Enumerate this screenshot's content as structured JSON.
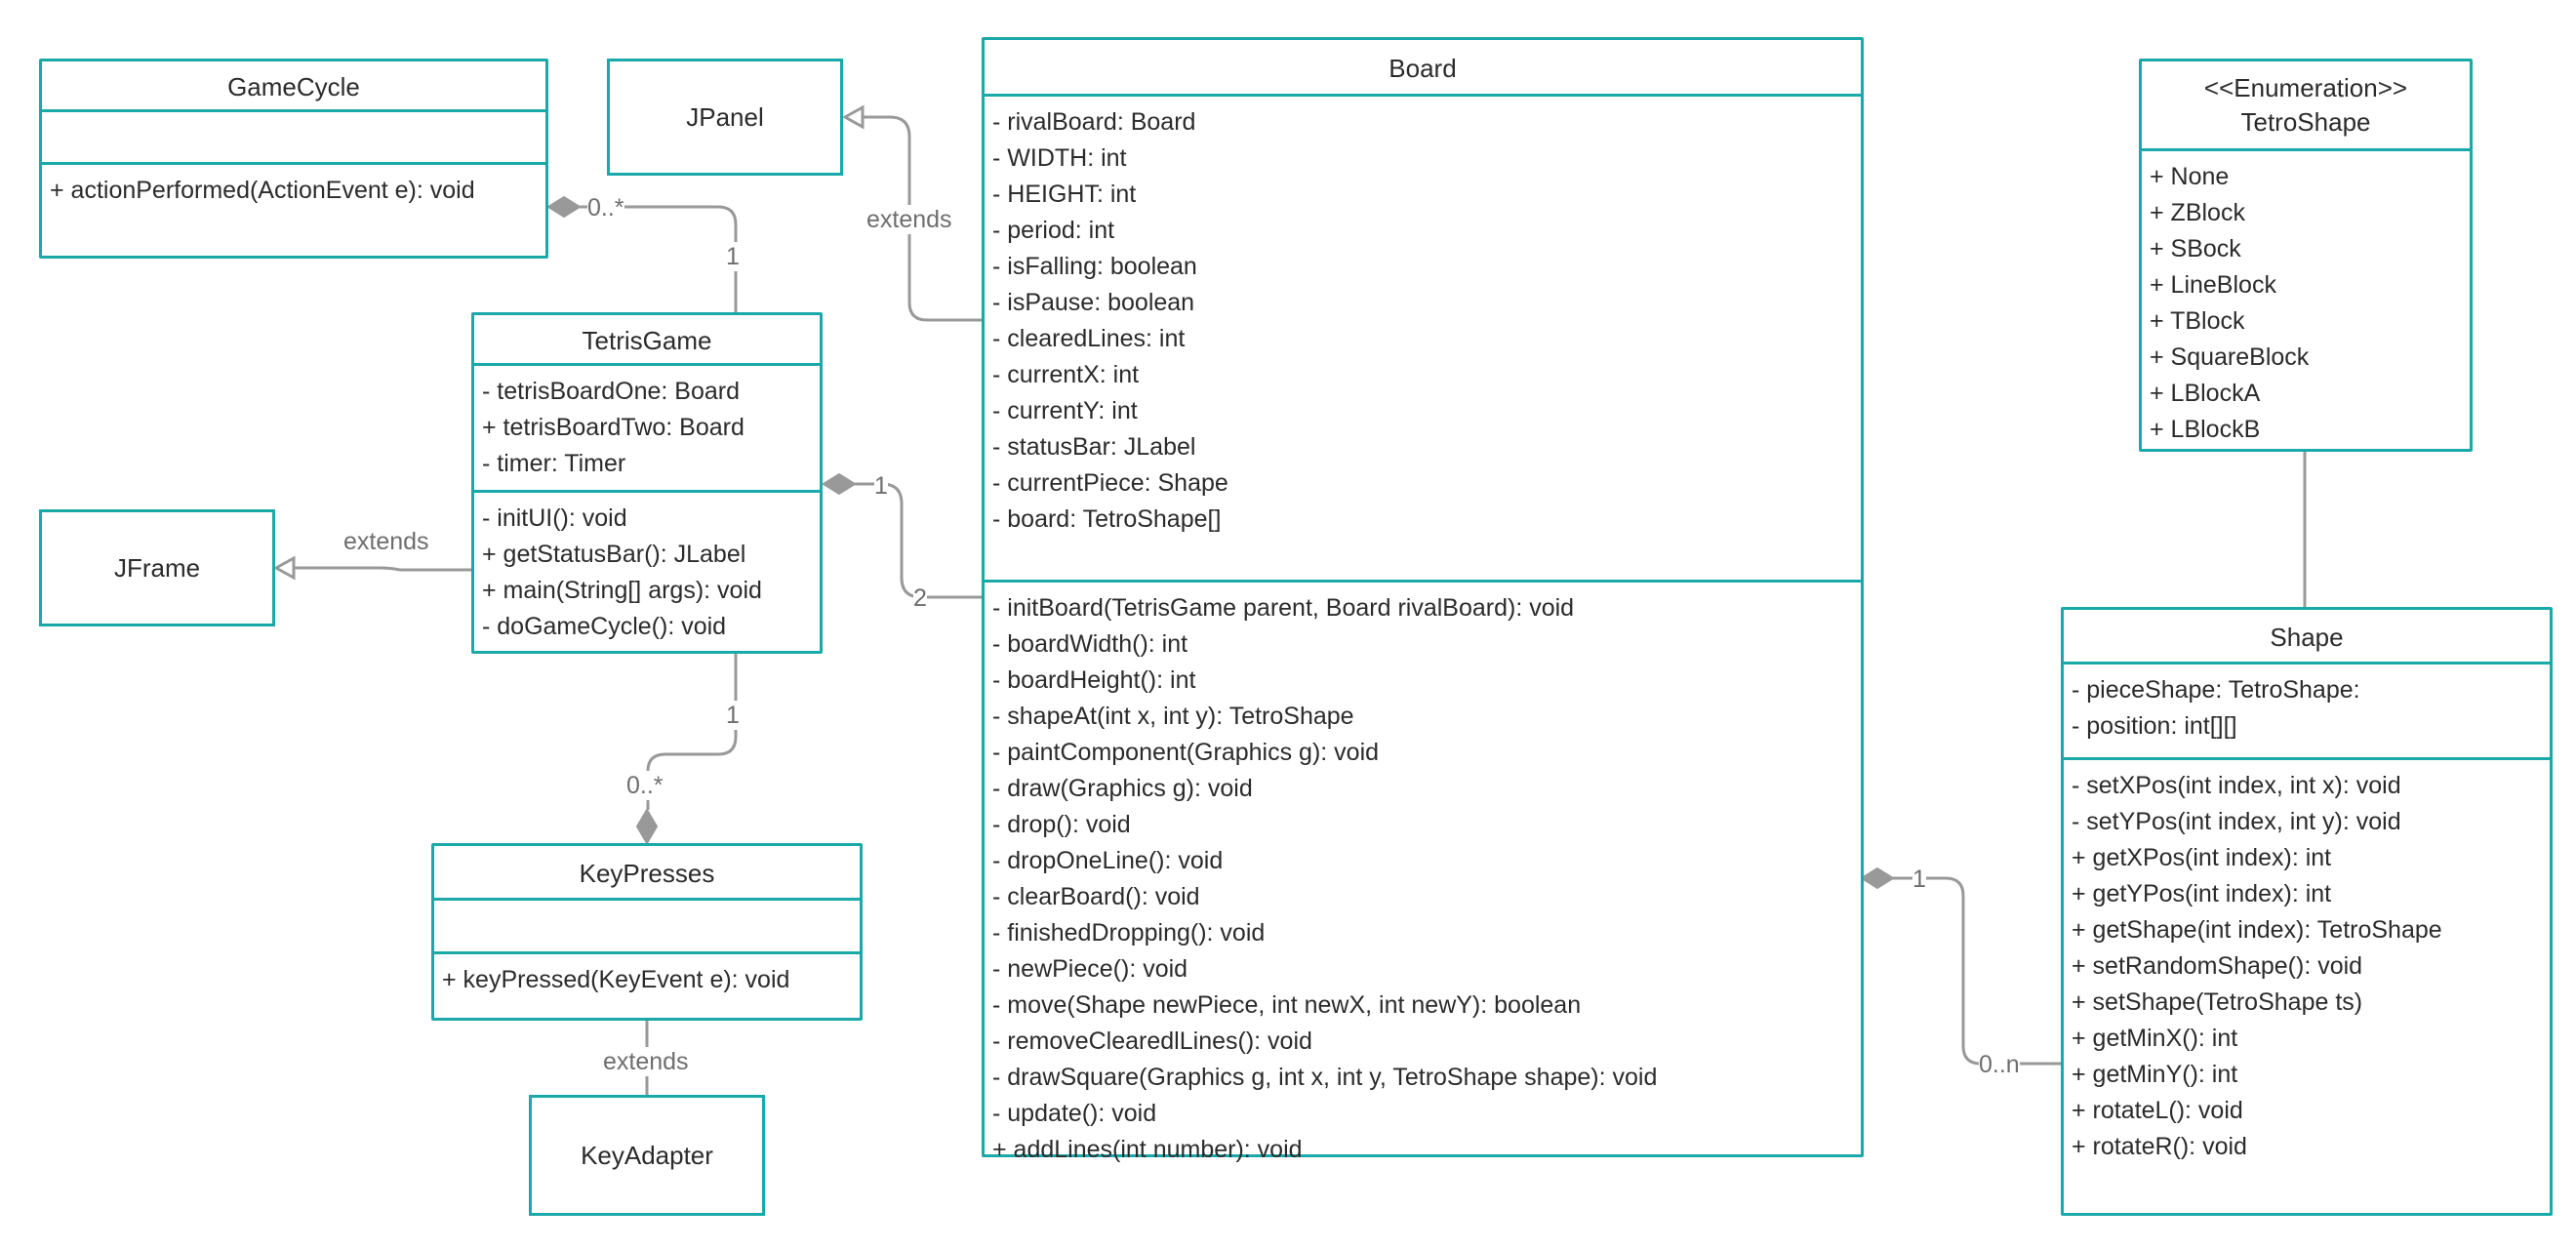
{
  "colors": {
    "border": "#1aa9a9",
    "connector": "#999999",
    "text": "#2b2b2b",
    "label": "#6e6e6e"
  },
  "classes": {
    "gamecycle": {
      "name": "GameCycle",
      "attributes": [],
      "methods": [
        "+ actionPerformed(ActionEvent  e): void"
      ]
    },
    "tetrisgame": {
      "name": "TetrisGame",
      "attributes": [
        "- tetrisBoardOne: Board",
        "+ tetrisBoardTwo:  Board",
        "- timer: Timer"
      ],
      "methods": [
        "-  initUI(): void",
        "+ getStatusBar(): JLabel",
        "+ main(String[] args): void",
        "- doGameCycle(): void"
      ]
    },
    "keypresses": {
      "name": "KeyPresses",
      "attributes": [],
      "methods": [
        "+ keyPressed(KeyEvent  e): void"
      ]
    },
    "board": {
      "name": "Board",
      "attributes": [
        "-  rivalBoard: Board",
        "- WIDTH: int",
        "- HEIGHT: int",
        "- period: int",
        "- isFalling:  boolean",
        "- isPause: boolean",
        "- clearedLines: int",
        "- currentX:  int",
        "- currentY:  int",
        "- statusBar:  JLabel",
        "- currentPiece: Shape",
        "- board: TetroShape[]"
      ],
      "methods": [
        "-  initBoard(TetrisGame  parent, Board rivalBoard): void",
        "- boardWidth(): int",
        "- boardHeight(): int",
        "- shapeAt(int x, int y): TetroShape",
        "- paintComponent(Graphics g): void",
        "- draw(Graphics g): void",
        "- drop(): void",
        "- dropOneLine(): void",
        "- clearBoard(): void",
        "- finishedDropping(): void",
        "- newPiece(): void",
        "- move(Shape newPiece, int newX, int newY): boolean",
        "- removeClearedlLines(): void",
        "- drawSquare(Graphics g, int x, int y, TetroShape  shape): void",
        "- update(): void",
        "+ addLines(int number): void"
      ]
    },
    "tetroshape": {
      "stereotype": "<<Enumeration>>",
      "name": "TetroShape",
      "literals": [
        "+ None",
        "+ ZBlock",
        "+ SBock",
        "+ LineBlock",
        "+ TBlock",
        "+ SquareBlock",
        "+ LBlockA",
        "+ LBlockB"
      ]
    },
    "shape": {
      "name": "Shape",
      "attributes": [
        "- pieceShape: TetroShape:",
        "- position: int[][]"
      ],
      "methods": [
        "- setXPos(int index, int x): void",
        "- setYPos(int index, int y): void",
        "+ getXPos(int index): int",
        "+ getYPos(int index): int",
        "+ getShape(int index): TetroShape",
        "+ setRandomShape(): void",
        "+ setShape(TetroShape  ts)",
        "+ getMinX(): int",
        "+ getMinY(): int",
        "+ rotateL(): void",
        "+ rotateR(): void"
      ]
    }
  },
  "external": {
    "jpanel": "JPanel",
    "jframe": "JFrame",
    "keyadapter": "KeyAdapter"
  },
  "labels": {
    "extends_jpanel": "extends",
    "extends_jframe": "extends",
    "extends_keyadapter": "extends",
    "gc_mult": "0..*",
    "tg_gc_mult": "1",
    "tg_board_mult": "1",
    "board_tg_mult": "2",
    "tg_kp_mult": "1",
    "kp_mult": "0..*",
    "board_shape_mult": "1",
    "shape_mult": "0..n"
  }
}
